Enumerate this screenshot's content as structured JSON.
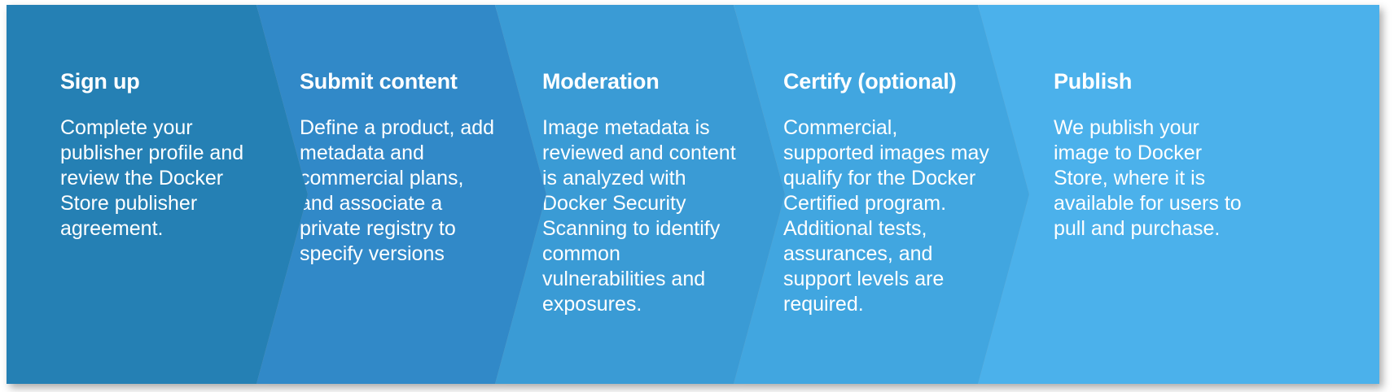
{
  "diagram": {
    "type": "process-flow-chevron",
    "direction": "left-to-right",
    "text_color": "#ffffff",
    "background": "#ffffff",
    "stages": [
      {
        "id": "sign-up",
        "title": "Sign up",
        "description": "Complete your publisher profile and review the Docker Store publisher agreement.",
        "color": "#2580b4"
      },
      {
        "id": "submit-content",
        "title": "Submit content",
        "description": "Define a product, add metadata and commercial plans, and associate a private registry to specify versions",
        "color": "#3189c8"
      },
      {
        "id": "moderation",
        "title": "Moderation",
        "description": "Image metadata is reviewed and content is analyzed with Docker Security Scanning to identify common vulnerabilities and exposures.",
        "color": "#3a9bd5"
      },
      {
        "id": "certify-optional",
        "title": "Certify (optional)",
        "description": "Commercial, supported images may qualify for the Docker Certified program.  Additional tests, assurances, and support levels are required.",
        "color": "#41a6e0"
      },
      {
        "id": "publish",
        "title": "Publish",
        "description": "We publish your image to Docker Store, where it is available for users to pull and purchase.",
        "color": "#4bb1eb"
      }
    ]
  }
}
